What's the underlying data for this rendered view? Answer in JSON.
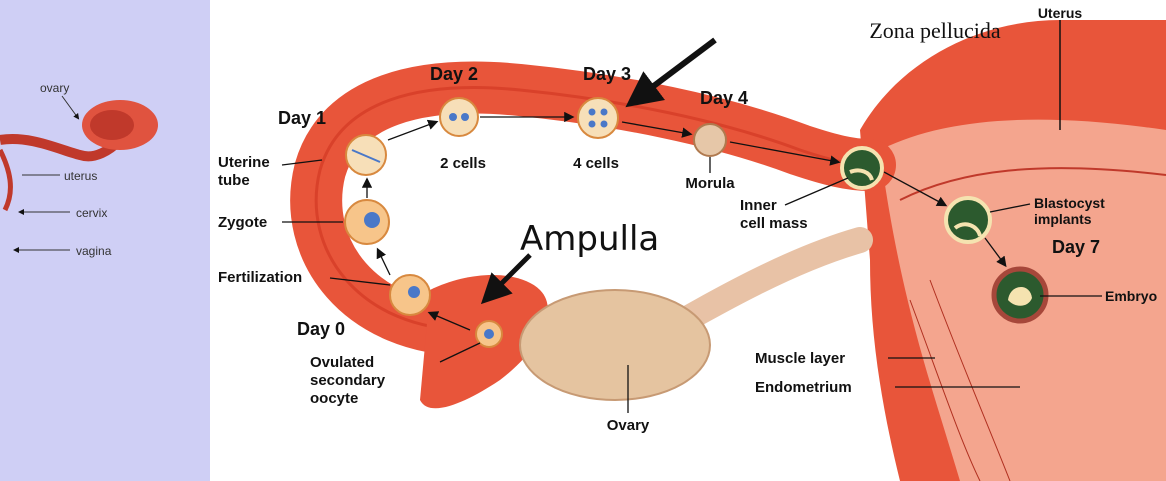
{
  "inset": {
    "ovary": "ovary",
    "uterus": "uterus",
    "cervix": "cervix",
    "vagina": "vagina"
  },
  "labels": {
    "zona_pellucida": "Zona pellucida",
    "uterus": "Uterus",
    "day0": "Day 0",
    "day1": "Day 1",
    "day2": "Day 2",
    "day3": "Day 3",
    "day4": "Day 4",
    "day7": "Day 7",
    "uterine_tube_1": "Uterine",
    "uterine_tube_2": "tube",
    "zygote": "Zygote",
    "fertilization": "Fertilization",
    "two_cells": "2 cells",
    "four_cells": "4 cells",
    "morula": "Morula",
    "inner_cell_mass_1": "Inner",
    "inner_cell_mass_2": "cell mass",
    "blastocyst_1": "Blastocyst",
    "blastocyst_2": "implants",
    "embryo": "Embryo",
    "ampulla": "Ampulla",
    "ovulated_1": "Ovulated",
    "ovulated_2": "secondary",
    "ovulated_3": "oocyte",
    "ovary": "Ovary",
    "muscle_layer": "Muscle layer",
    "endometrium": "Endometrium"
  }
}
